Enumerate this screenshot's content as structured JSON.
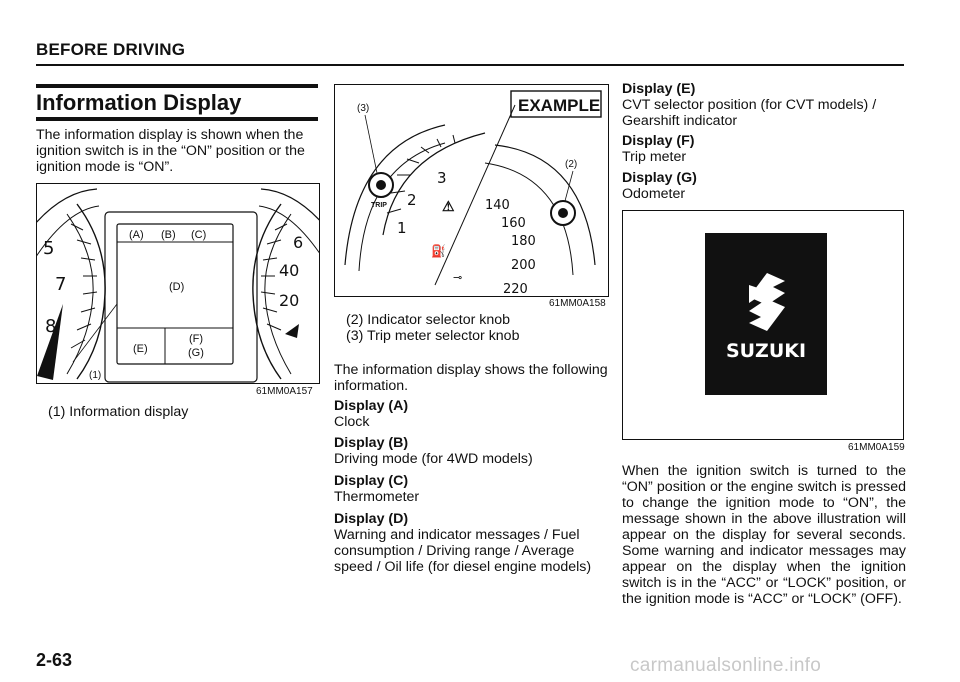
{
  "header": {
    "title": "BEFORE DRIVING"
  },
  "section": {
    "title": "Information Display",
    "intro": "The information display is shown when the ignition switch is in the “ON” position or the ignition mode is “ON”."
  },
  "figure1": {
    "code": "61MM0A157",
    "labels": {
      "a": "(A)",
      "b": "(B)",
      "c": "(C)",
      "d": "(D)",
      "e": "(E)",
      "f": "(F)",
      "g": "(G)",
      "callout1": "(1)"
    },
    "gauge_left": [
      "5",
      "7",
      "8"
    ],
    "gauge_right": [
      "6",
      "40",
      "20"
    ],
    "caption": "(1) Information display"
  },
  "figure2": {
    "code": "61MM0A158",
    "badge": "EXAMPLE",
    "callout2": "(2)",
    "callout3": "(3)",
    "trip_label": "TRIP",
    "tach": [
      "3",
      "2",
      "1"
    ],
    "speed": [
      "140",
      "160",
      "180",
      "200",
      "220"
    ],
    "captions": [
      "(2) Indicator selector knob",
      "(3) Trip meter selector knob"
    ]
  },
  "col2": {
    "intro": "The information display shows the following information.",
    "displays": [
      {
        "title": "Display (A)",
        "desc": "Clock"
      },
      {
        "title": "Display (B)",
        "desc": "Driving mode (for 4WD models)"
      },
      {
        "title": "Display (C)",
        "desc": "Thermometer"
      },
      {
        "title": "Display (D)",
        "desc": "Warning and indicator messages / Fuel consumption / Driving range / Average speed / Oil life (for diesel engine models)"
      }
    ]
  },
  "col3": {
    "displays": [
      {
        "title": "Display (E)",
        "desc": "CVT selector position (for CVT models) / Gearshift indicator"
      },
      {
        "title": "Display (F)",
        "desc": "Trip meter"
      },
      {
        "title": "Display (G)",
        "desc": "Odometer"
      }
    ],
    "body": "When the ignition switch is turned to the “ON” position or the engine switch is pressed to change the ignition mode to “ON”, the message shown in the above illustration will appear on the display for several seconds. Some warning and indicator messages may appear on the display when the ignition switch is in the “ACC” or “LOCK” position, or the ignition mode is “ACC” or “LOCK” (OFF)."
  },
  "figure3": {
    "code": "61MM0A159",
    "brand": "SUZUKI"
  },
  "page_number": "2-63",
  "watermark": "carmanualsonline.info"
}
